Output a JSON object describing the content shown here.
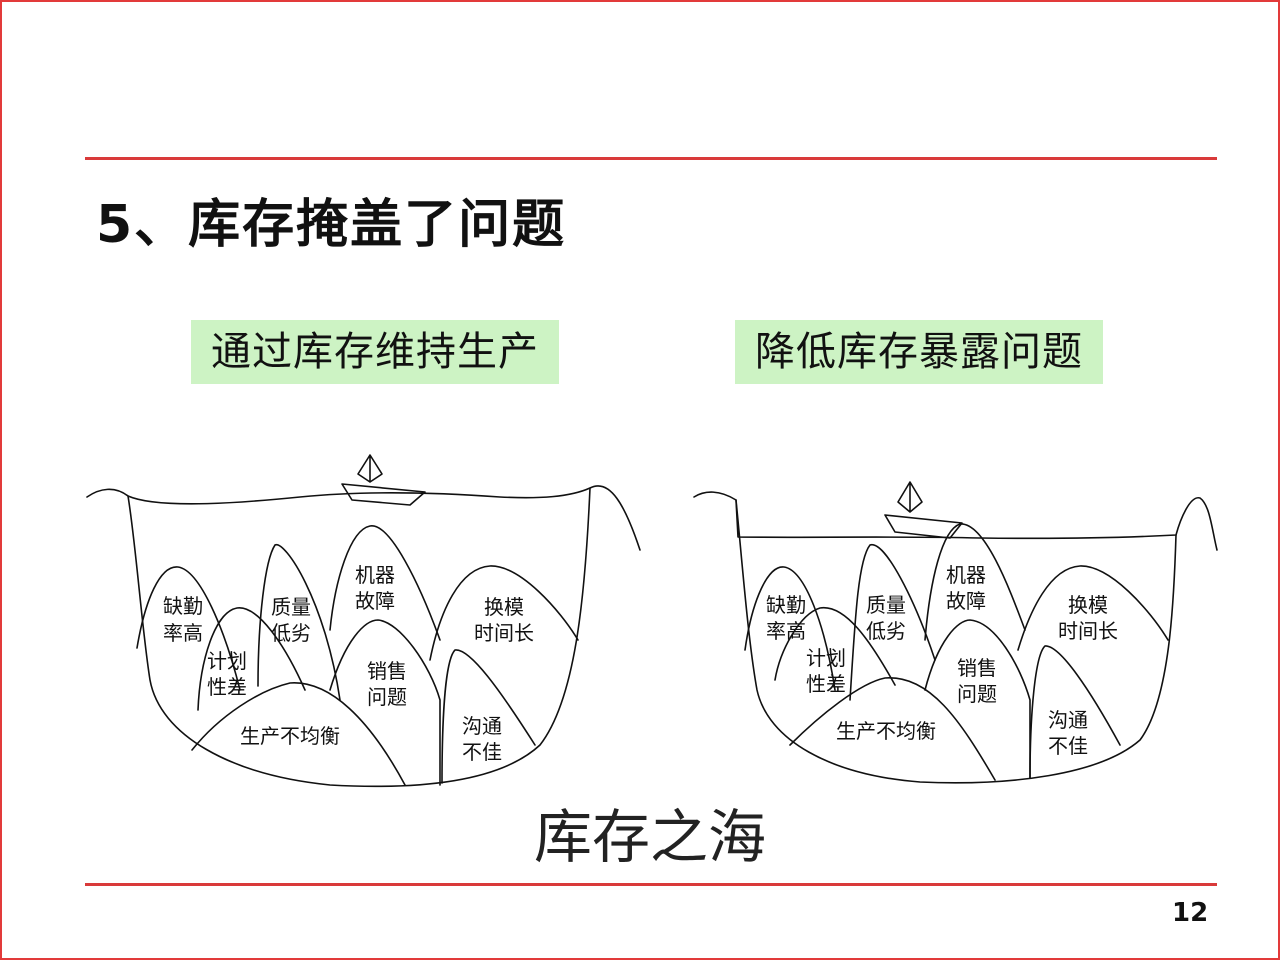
{
  "slide": {
    "title": "5、库存掩盖了问题",
    "left_label": "通过库存维持生产",
    "right_label": "降低库存暴露问题",
    "caption": "库存之海",
    "page_number": "12"
  },
  "left_diagram": {
    "problems": {
      "absence_1": "缺勤",
      "absence_2": "率高",
      "planning_1": "计划",
      "planning_2": "性差",
      "quality_1": "质量",
      "quality_2": "低劣",
      "machine_1": "机器",
      "machine_2": "故障",
      "sales_1": "销售",
      "sales_2": "问题",
      "changeover_1": "换模",
      "changeover_2": "时间长",
      "comm_1": "沟通",
      "comm_2": "不佳",
      "imbalance": "生产不均衡"
    }
  },
  "right_diagram": {
    "problems": {
      "absence_1": "缺勤",
      "absence_2": "率高",
      "planning_1": "计划",
      "planning_2": "性差",
      "quality_1": "质量",
      "quality_2": "低劣",
      "machine_1": "机器",
      "machine_2": "故障",
      "sales_1": "销售",
      "sales_2": "问题",
      "changeover_1": "换模",
      "changeover_2": "时间长",
      "comm_1": "沟通",
      "comm_2": "不佳",
      "imbalance": "生产不均衡"
    }
  },
  "colors": {
    "border": "#e23a3a",
    "rule": "#d93a3a",
    "label_bg": "#cdf3c4",
    "ink": "#111111"
  }
}
